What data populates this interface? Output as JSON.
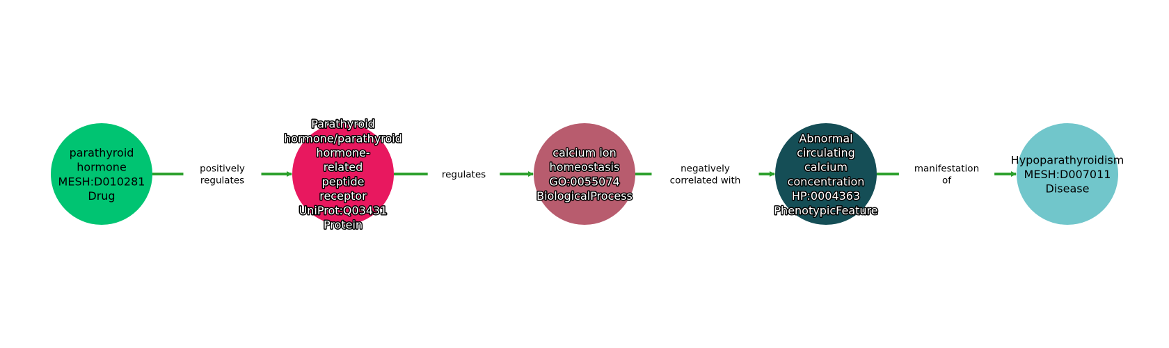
{
  "graph": {
    "edge_color": "#2ca02c",
    "nodes": [
      {
        "id": "n0",
        "lines": [
          "parathyroid",
          "hormone",
          "MESH:D010281",
          "Drug"
        ],
        "color": "#00c472",
        "text_style": "plain"
      },
      {
        "id": "n1",
        "lines": [
          "Parathyroid",
          "hormone/parathyroid",
          "hormone-",
          "related",
          "peptide",
          "receptor",
          "UniProt:Q03431",
          "Protein"
        ],
        "color": "#e8185f",
        "text_style": "outlined"
      },
      {
        "id": "n2",
        "lines": [
          "calcium ion",
          "homeostasis",
          "GO:0055074",
          "BiologicalProcess"
        ],
        "color": "#b85c6e",
        "text_style": "outlined"
      },
      {
        "id": "n3",
        "lines": [
          "Abnormal",
          "circulating",
          "calcium",
          "concentration",
          "HP:0004363",
          "PhenotypicFeature"
        ],
        "color": "#154e56",
        "text_style": "outlined"
      },
      {
        "id": "n4",
        "lines": [
          "Hypoparathyroidism",
          "MESH:D007011",
          "Disease"
        ],
        "color": "#71c6cb",
        "text_style": "plain"
      }
    ],
    "edges": [
      {
        "from": 0,
        "to": 1,
        "label_lines": [
          "positively",
          "regulates"
        ]
      },
      {
        "from": 1,
        "to": 2,
        "label_lines": [
          "regulates"
        ]
      },
      {
        "from": 2,
        "to": 3,
        "label_lines": [
          "negatively",
          "correlated with"
        ]
      },
      {
        "from": 3,
        "to": 4,
        "label_lines": [
          "manifestation",
          "of"
        ]
      }
    ]
  }
}
